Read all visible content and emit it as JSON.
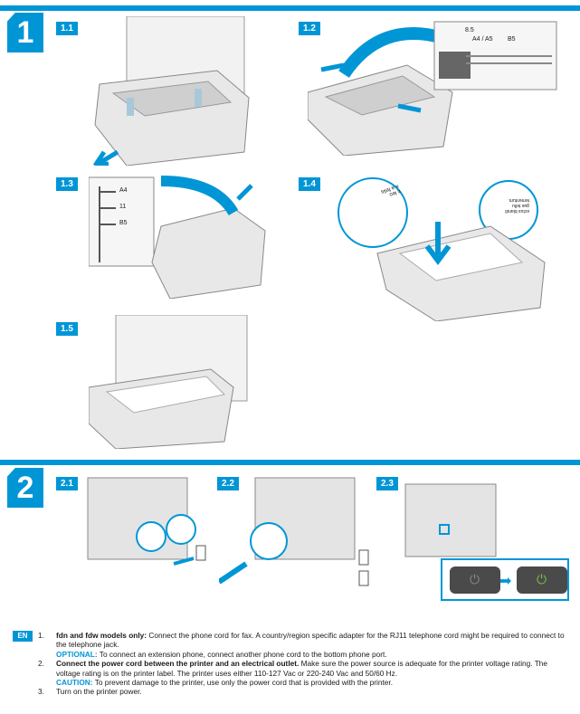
{
  "step1": {
    "number": "1",
    "labels": [
      "1.1",
      "1.2",
      "1.3",
      "1.4",
      "1.5"
    ],
    "guide_marks_1_2": {
      "a": "8.5",
      "b": "A4 / A5",
      "c": "B5"
    },
    "guide_marks_1_3": [
      "A4",
      "11",
      "B5"
    ],
    "paper_text_1_4": [
      "c leo",
      "x a felis",
      "ectus blandi",
      "gue tellu",
      "tementum."
    ]
  },
  "step2": {
    "number": "2",
    "labels": [
      "2.1",
      "2.2",
      "2.3"
    ]
  },
  "instructions": {
    "lang": "EN",
    "items": [
      {
        "num": "1.",
        "bold": "fdn and fdw models only:",
        "text": " Connect the phone cord for fax. A country/region specific adapter for the RJ11 telephone cord might be required to connect to the telephone jack.",
        "note_label": "OPTIONAL:",
        "note_text": " To connect an extension phone, connect another phone cord to the bottom phone port."
      },
      {
        "num": "2.",
        "bold": "Connect the power cord between the printer and an electrical outlet.",
        "text": " Make sure the power source is adequate for the printer voltage rating. The voltage rating is on the printer label. The printer uses either 110-127 Vac or 220-240 Vac and 50/60 Hz.",
        "note_label": "CAUTION:",
        "note_text": " To prevent damage to the printer, use only the power cord that is provided with the printer."
      },
      {
        "num": "3.",
        "text": "Turn on the printer power."
      }
    ]
  },
  "colors": {
    "accent": "#0096d6",
    "power_green": "#7cc242",
    "power_grey": "#8a8a8a"
  }
}
